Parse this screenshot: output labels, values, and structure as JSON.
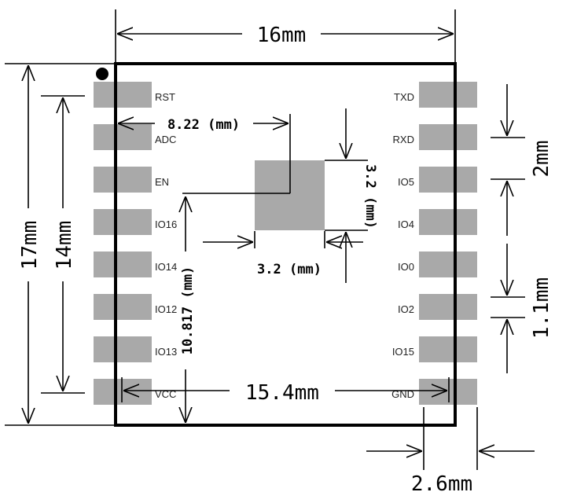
{
  "module": {
    "left_pins": [
      "RST",
      "ADC",
      "EN",
      "IO16",
      "IO14",
      "IO12",
      "IO13",
      "VCC"
    ],
    "right_pins": [
      "TXD",
      "RXD",
      "IO5",
      "IO4",
      "IO0",
      "IO2",
      "IO15",
      "GND"
    ],
    "pad_color": "#a9a9a9",
    "outline_color": "#000000"
  },
  "dimensions": {
    "width": "16mm",
    "height": "17mm",
    "pin_span": "14mm",
    "inner_width": "15.4mm",
    "pitch": "2mm",
    "pad_gap": "1.1mm",
    "pad_length": "2.6mm",
    "center_x": "8.22 (mm)",
    "pad_size_h": "3.2 (mm)",
    "pad_size_v": "3.2 (mm)",
    "center_y": "10.817 (mm)"
  }
}
